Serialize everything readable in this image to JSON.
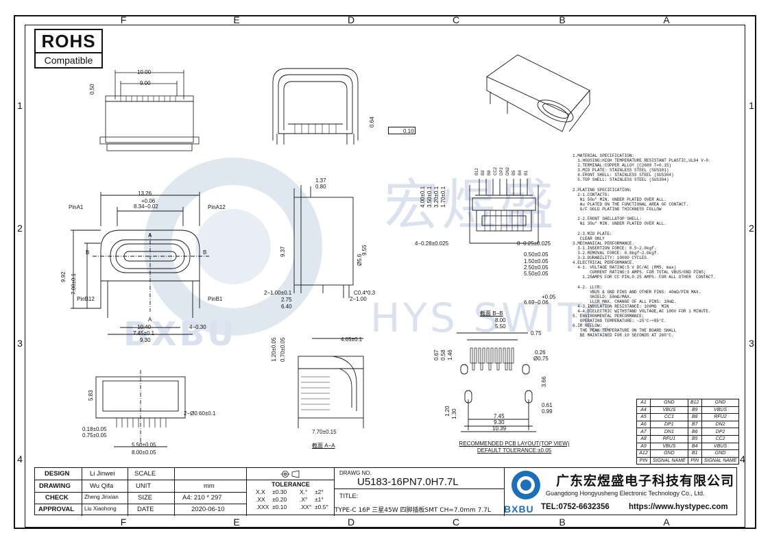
{
  "zones": {
    "columns": [
      "F",
      "E",
      "D",
      "C",
      "B",
      "A"
    ],
    "rows": [
      "1",
      "2",
      "3",
      "4"
    ]
  },
  "rohs": {
    "title": "ROHS",
    "subtitle": "Compatible"
  },
  "watermark": {
    "cn": "宏煜盛",
    "en": "HYS SWITC",
    "logo": "BXBU"
  },
  "views": {
    "top": {
      "dims": [
        "10.00",
        "9.00",
        "0.50"
      ]
    },
    "front_mid": {
      "dims": [
        "0.64",
        "0.10"
      ]
    },
    "front": {
      "dims": [
        "13.26",
        "+0.06",
        "8.34−0.02",
        "9.92",
        "7.00±0.1",
        "7.45±0.1",
        "9.30",
        "10.40",
        "4−0.30"
      ],
      "labels": [
        "PinA1",
        "PinA12",
        "PinB12",
        "PinB1",
        "A",
        "A",
        "B",
        "B"
      ]
    },
    "side": {
      "dims": [
        "1.37",
        "0.80",
        "9.37",
        "9.55",
        "2−1.00±0.1",
        "2.75",
        "6.40",
        "C0.4*0.3",
        "2−1.00"
      ],
      "note": "Ø5.6"
    },
    "section_bb": {
      "dims": [
        "4.00±0.1",
        "3.50±0.1",
        "3.20±0.1",
        "1.70±0.1",
        "4−0.28±0.025",
        "8−0.25±0.025",
        "0.50±0.05",
        "1.50±0.05",
        "2.50±0.05",
        "5.50±0.05",
        "+0.05",
        "6.69−0.06"
      ],
      "pins": [
        "B12",
        "B9",
        "B8",
        "CC2",
        "DP2",
        "DN2",
        "B5",
        "B4",
        "B1"
      ],
      "caption": "截面 B−B"
    },
    "bottom": {
      "dims": [
        "5.83",
        "2−Ø0.60±0.1",
        "0.18±0.05",
        "0.75±0.05",
        "5.50±0.05",
        "8.00±0.05"
      ]
    },
    "section_aa": {
      "dims": [
        "1.20±0.05",
        "0.70±0.05",
        "4.65±0.1",
        "7.70±0.15"
      ],
      "caption": "截面 A−A"
    },
    "pcb": {
      "dims": [
        "8.00",
        "5.50",
        "0.75",
        "0.26",
        "Ø0.75",
        "0.67",
        "0.58",
        "1.46",
        "3.66",
        "0.61",
        "0.99",
        "1.20",
        "1.30",
        "7.45",
        "9.30",
        "10.39"
      ],
      "caption": "RECOMMENDED PCB LAYOUT(TOP VIEW)",
      "tolerance": "DEFAULT TOLERANCE:±0.05"
    }
  },
  "spec_lines": [
    "1.MATERIAL SPECIFICATION:",
    "  1.HOUSING:HIGH TEMPERATURE RESISTANT PLASTIC,UL94 V-0.",
    "  2.TERMINAL:COPPER ALLOY (C2680 T=0.15)",
    "  3.MID PLATE: STAINLESS STEEL (SUS301)",
    "  4.FRONT SHELL: STAINLESS STEEL (SUS304)",
    "  5.TOP SHELL: STAINLESS STEEL (SUS304)",
    "",
    "2.PLATING SPECIFICATION:",
    "  2-1.CONTACTS:",
    "   Ni 50u\" MIN. UNDER PLATED OVER ALL.",
    "   Au PLATED ON THE FUNCTIONAL AREA OF CONTACT.",
    "   G/F GOLD PLATING THICKNESS FOLLOW",
    "",
    "  2-2.FRONT SHELL&TOP SHELL:",
    "   Ni 30u\" MIN. UNDER PLATED OVER ALL.",
    "",
    "  2-3.MID PLATE:",
    "   CLEAR ONLY",
    "3.MECHANICAL PERFORMANCE.",
    "  3-1.INSERTION FORCE: 0.5~2.0kgf.",
    "  3-2.REMOVAL FORCE: 0.8kgf~2.0kgf.",
    "  3-3.DURABILITY: 10000 CYCLES.",
    "4.ELECTRICAL PERFORMANCE.",
    "  4-1. VOLTAGE RATING:5 V DC/AC (RMS. max)",
    "       CURRENT RATING:3 AMPS. FOR TOTAL VBUS/GND PINS;",
    "    1.25AMPS FOR CC PIN,0.25 AMPS. FOR ALL OTHER  CONTACT.",
    "",
    "  4-2. LLCR:",
    "       VBUS & GND PINS AND OTHER PINS: 40mΩ/PIN MAX.",
    "       SHIELD: 50mΩ/MAX.",
    "       LLCR MAX. CHANGE OF ALL PINS: 10mΩ.",
    "  4-3.INSULATION RESISTANCE: 100MΩ  MIN",
    "  4-4.DIELECTRIC WITHSTAND VOLTAGE,AC 100V FOR 1 MINUTE.",
    "5. ENVIRONMENTAL PERFORMANCE:",
    "   OPERATING TEMPERATURE: −25°C~+85°C.",
    "6.IR REFLOW:",
    "   THE PEAK TEMPERATURE ON THE BOARD SHALL",
    "   BE MAINTAINED FOR 10 SECONDS AT 260°C."
  ],
  "pin_table": {
    "rows": [
      [
        "A1",
        "GND",
        "B12",
        "GND"
      ],
      [
        "A4",
        "VBUS",
        "B9",
        "VBUS"
      ],
      [
        "A5",
        "CC1",
        "B8",
        "RFU2"
      ],
      [
        "A6",
        "DP1",
        "B7",
        "DN2"
      ],
      [
        "A7",
        "DN1",
        "B6",
        "DP2"
      ],
      [
        "A8",
        "RFU1",
        "B5",
        "CC2"
      ],
      [
        "A9",
        "VBUS",
        "B4",
        "VBUS"
      ],
      [
        "A12",
        "GND",
        "B1",
        "GND"
      ],
      [
        "PIN",
        "SIGNAL NAME",
        "PIN",
        "SIGNAL NAME"
      ]
    ]
  },
  "title_block": {
    "design_label": "DESIGN",
    "design_name": "Li Jinwei",
    "drawing_label": "DRAWING",
    "drawing_name": "Wu Qifa",
    "check_label": "CHECK",
    "check_name": "Zheng Jinxian",
    "approval_label": "APPROVAL",
    "approval_name": "Liu Xiaohong",
    "scale_label": "SCALE",
    "scale_value": "",
    "unit_label": "UNIT",
    "unit_value": "mm",
    "size_label": "SIZE",
    "size_value": "A4: 210 * 297",
    "date_label": "DATE",
    "date_value": "2020-06-10",
    "tolerance_label": "TOLERANCE",
    "tol_rows": [
      [
        "X.X",
        "±0.30",
        "X.°",
        "±2°"
      ],
      [
        ".XX",
        "±0.20",
        ".X°",
        "±1°"
      ],
      [
        ".XXX",
        "±0.10",
        ".XX°",
        "±0.5°"
      ]
    ],
    "drawing_no_label": "DRAWG NO.",
    "drawing_no": "U5183-16PN7.0H7.7L",
    "title_label": "TITLE:",
    "title": "TYPE-C 16P 三星45W 四脚插板SMT CH=7.0mm 7.7L",
    "company_cn": "广东宏煜盛电子科技有限公司",
    "company_en": "Guangdong Hongyusheng Electronic Technology Co., Ltd.",
    "logo_text": "BXBU",
    "tel": "TEL:0752-6632356",
    "web": "https://www.hystypec.com"
  }
}
